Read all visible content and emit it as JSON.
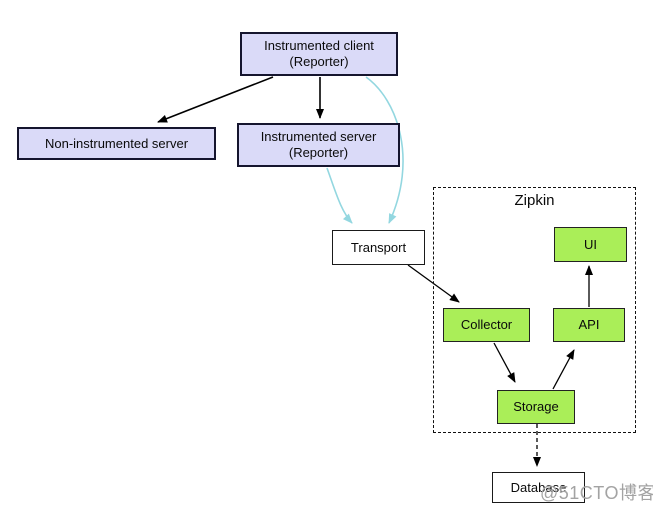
{
  "diagram": {
    "type": "flowchart",
    "cluster": {
      "label": "Zipkin"
    },
    "nodes": {
      "instrumented_client": {
        "label": "Instrumented client\n(Reporter)",
        "fill": "#dadaf8"
      },
      "non_instrumented_server": {
        "label": "Non-instrumented server",
        "fill": "#dadaf8"
      },
      "instrumented_server": {
        "label": "Instrumented server\n(Reporter)",
        "fill": "#dadaf8"
      },
      "transport": {
        "label": "Transport",
        "fill": "#ffffff"
      },
      "ui": {
        "label": "UI",
        "fill": "#aaee58"
      },
      "collector": {
        "label": "Collector",
        "fill": "#aaee58"
      },
      "api": {
        "label": "API",
        "fill": "#aaee58"
      },
      "storage": {
        "label": "Storage",
        "fill": "#aaee58"
      },
      "database": {
        "label": "Database",
        "fill": "#ffffff"
      }
    },
    "edges": [
      {
        "from": "instrumented_client",
        "to": "non_instrumented_server",
        "style": "solid",
        "color": "#000000"
      },
      {
        "from": "instrumented_client",
        "to": "instrumented_server",
        "style": "solid",
        "color": "#000000"
      },
      {
        "from": "instrumented_client",
        "to": "transport",
        "style": "curved",
        "color": "#93d7e0"
      },
      {
        "from": "instrumented_server",
        "to": "transport",
        "style": "curved",
        "color": "#93d7e0"
      },
      {
        "from": "transport",
        "to": "collector",
        "style": "solid",
        "color": "#000000"
      },
      {
        "from": "collector",
        "to": "storage",
        "style": "solid",
        "color": "#000000"
      },
      {
        "from": "storage",
        "to": "api",
        "style": "solid",
        "color": "#000000"
      },
      {
        "from": "api",
        "to": "ui",
        "style": "solid",
        "color": "#000000"
      },
      {
        "from": "storage",
        "to": "database",
        "style": "dashed",
        "color": "#000000"
      }
    ],
    "colors": {
      "node_lavender_fill": "#dadaf8",
      "node_lavender_border": "#15152e",
      "node_green_fill": "#aaee58",
      "edge_cyan": "#93d7e0",
      "edge_black": "#000000",
      "watermark_gray": "#a3a3a3"
    }
  },
  "watermark": {
    "text": "@51CTO博客"
  }
}
